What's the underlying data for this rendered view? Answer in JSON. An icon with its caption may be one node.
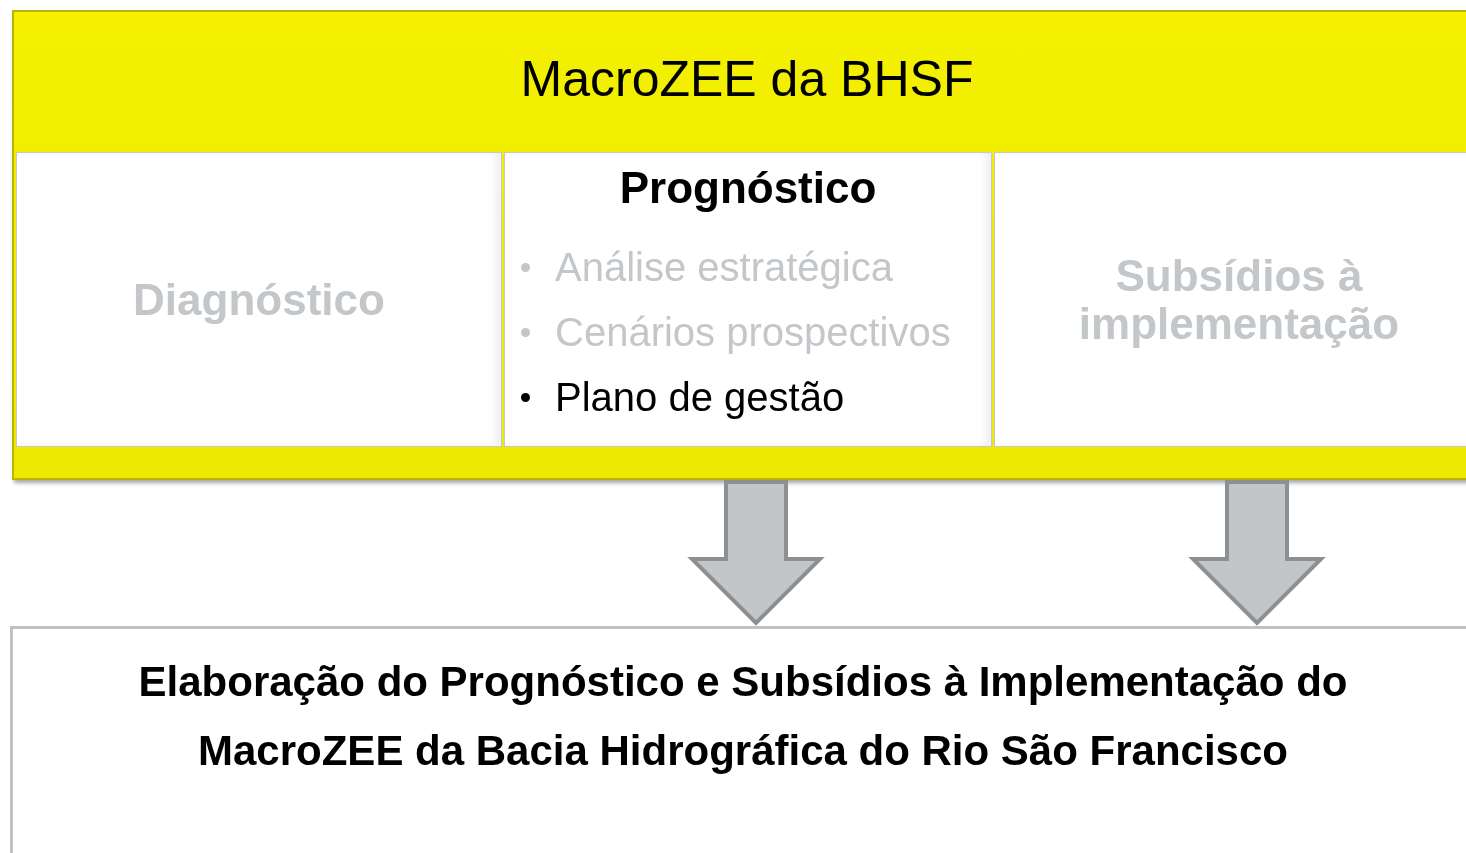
{
  "diagram": {
    "nodes": [
      {
        "text": [
          "MacroZEE da BHSF"
        ]
      },
      {
        "text": [
          "Diagnóstico"
        ],
        "in": 0
      },
      {
        "text": [
          "Prognóstico",
          "Análise estratégica",
          "Cenários prospectivos",
          "Plano de gestão"
        ],
        "in": 0
      },
      {
        "text": [
          "Subsídios à implementação"
        ],
        "in": 0
      },
      {
        "text": [
          "Elaboração do Prognóstico e Subsídios à Implementação do MacroZEE da Bacia Hidrográfica do Rio São Francisco"
        ]
      }
    ],
    "edges": [
      {
        "from": 2,
        "to": 4,
        "arrow": "to"
      },
      {
        "from": 3,
        "to": 4,
        "arrow": "to"
      }
    ]
  }
}
